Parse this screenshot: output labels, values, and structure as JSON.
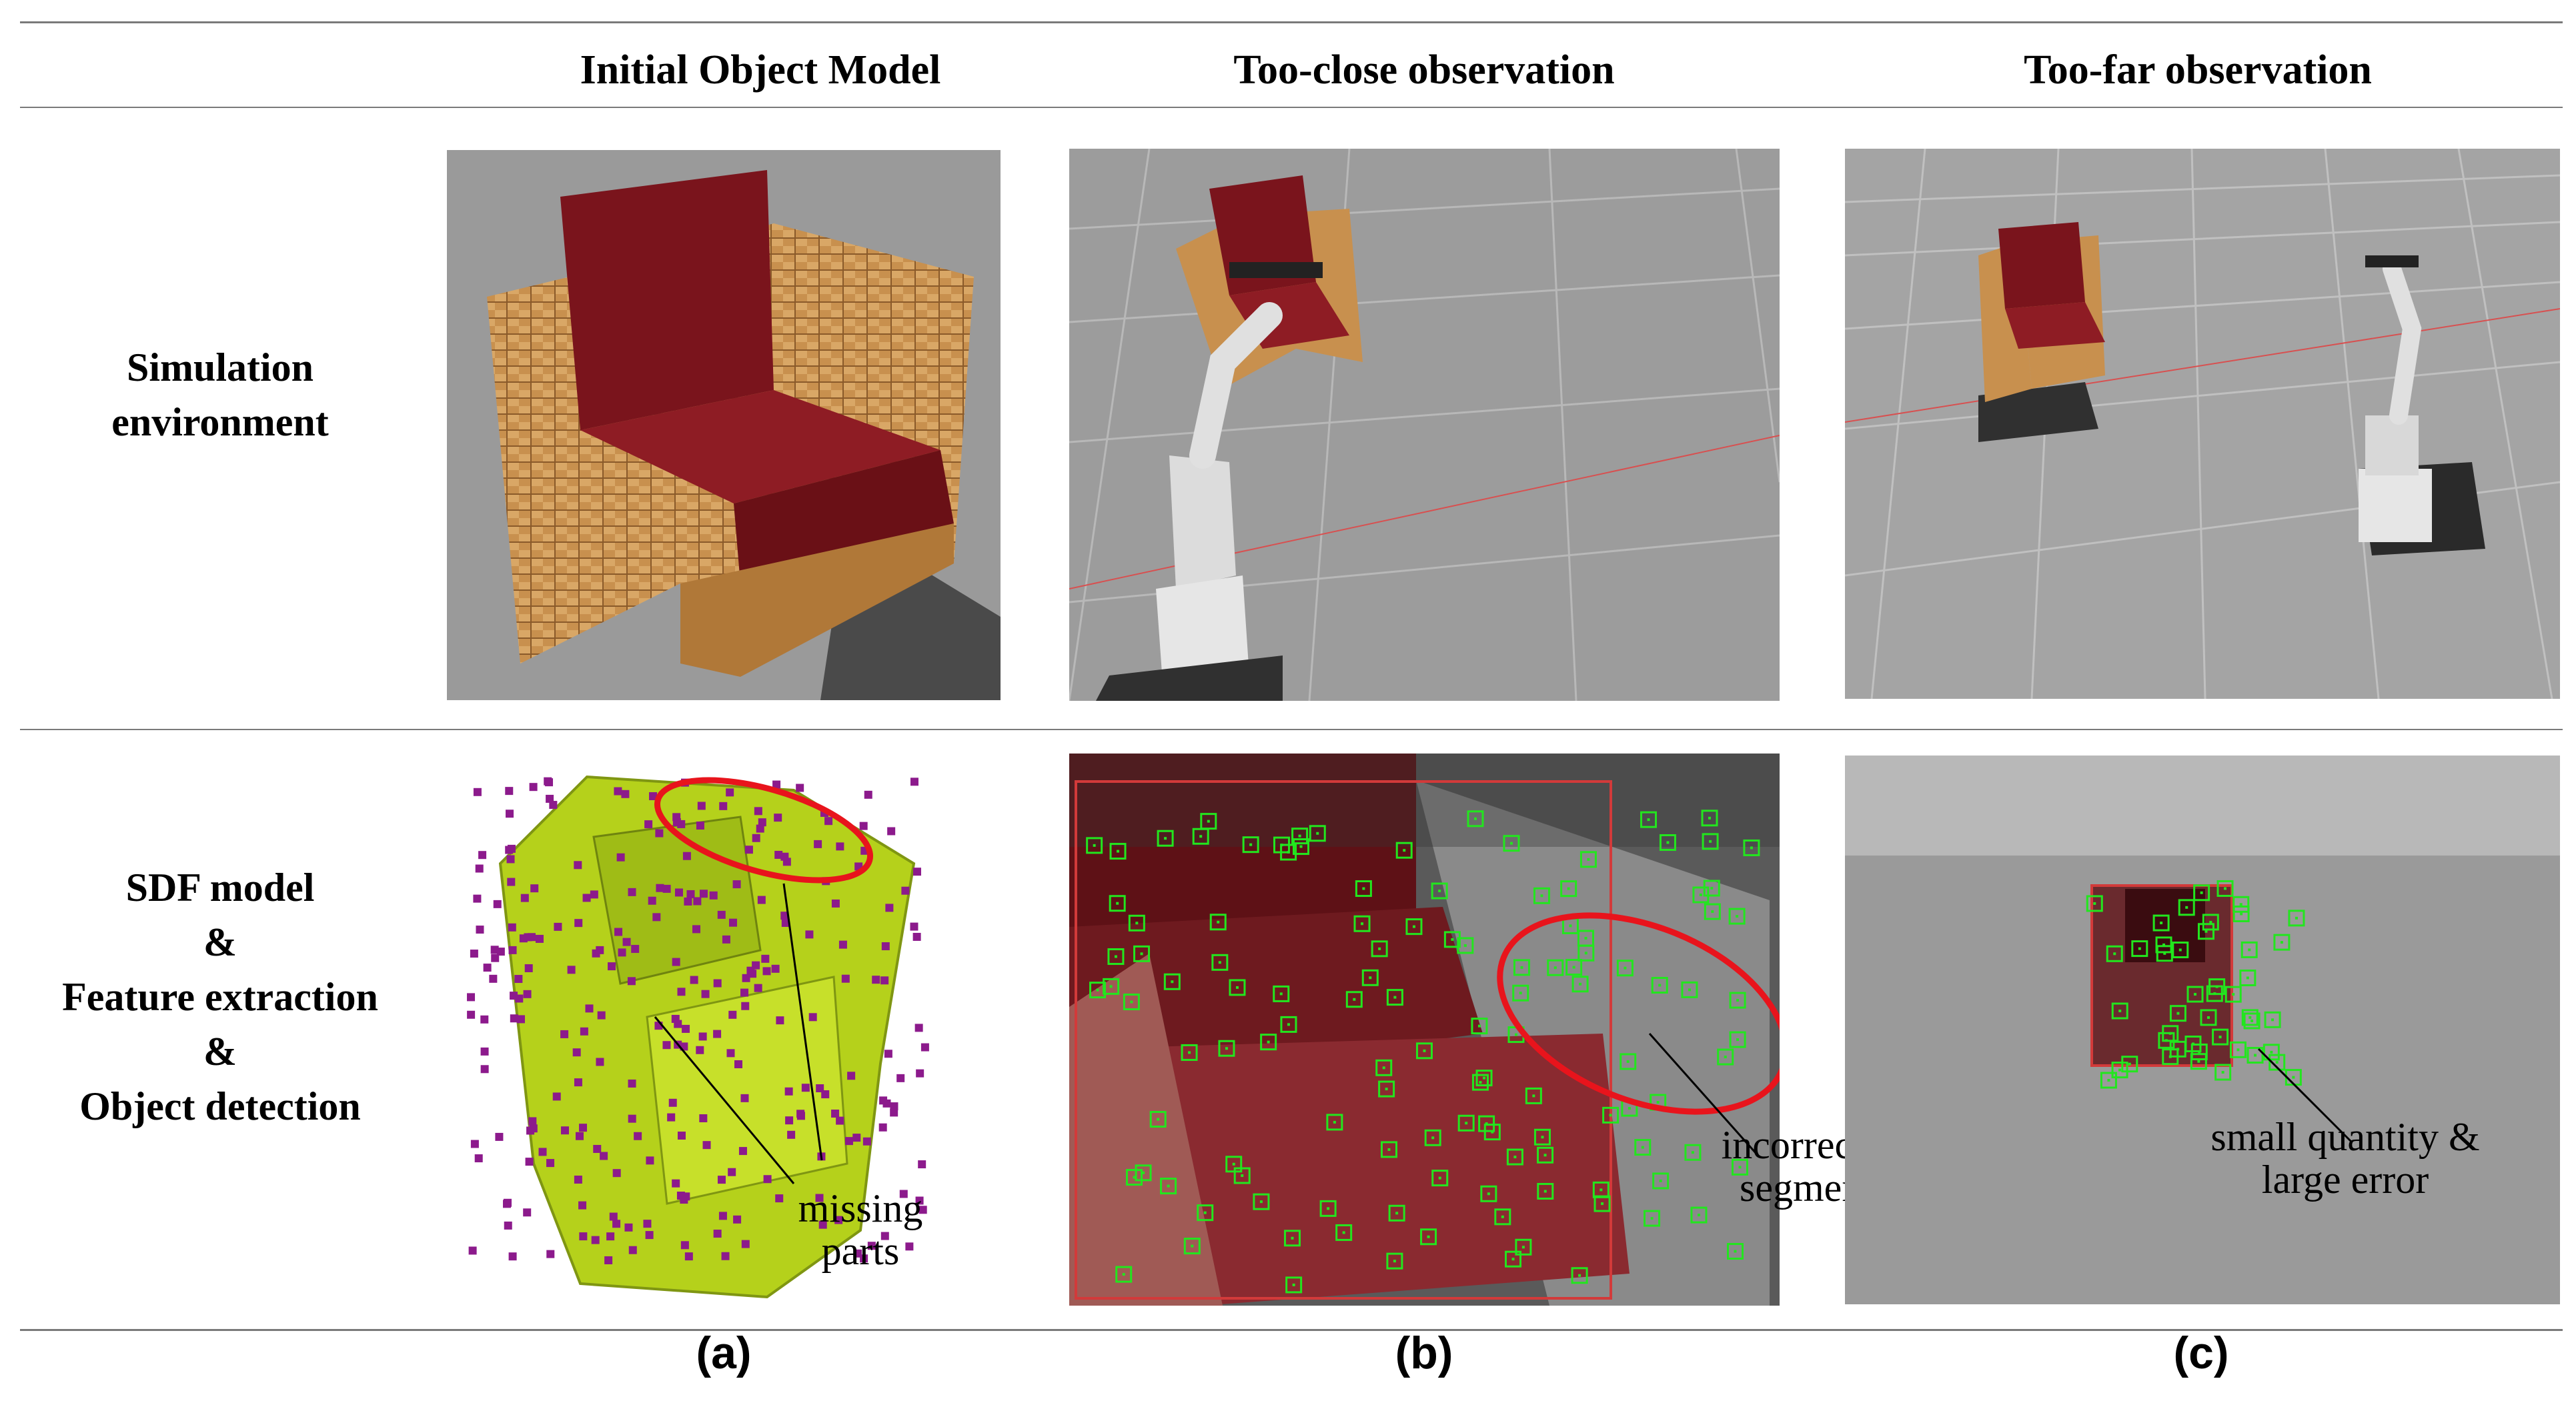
{
  "columns": {
    "a": "Initial Object Model",
    "b": "Too-close observation",
    "c": "Too-far observation"
  },
  "rows": {
    "simulation": [
      "Simulation",
      "environment"
    ],
    "sdf": [
      "SDF model",
      "&",
      "Feature extraction",
      "&",
      "Object detection"
    ]
  },
  "annotations": {
    "missing_parts": [
      "missing",
      "parts"
    ],
    "incorrect_segmentation": [
      "incorrect object",
      "segmentation"
    ],
    "small_quantity": [
      "small quantity &",
      "large error"
    ]
  },
  "captions": {
    "a": "(a)",
    "b": "(b)",
    "c": "(c)"
  },
  "colors": {
    "feature_marker": "#22e61e",
    "sdf_mesh": "#b5d11b",
    "point_cloud": "#8c1a8c",
    "highlight_ellipse": "#e8141c",
    "detection_box": "#d23a3a",
    "chair_cushion": "#7a141c",
    "chair_wicker": "#c8904e",
    "ground": "#9a9a9a"
  }
}
